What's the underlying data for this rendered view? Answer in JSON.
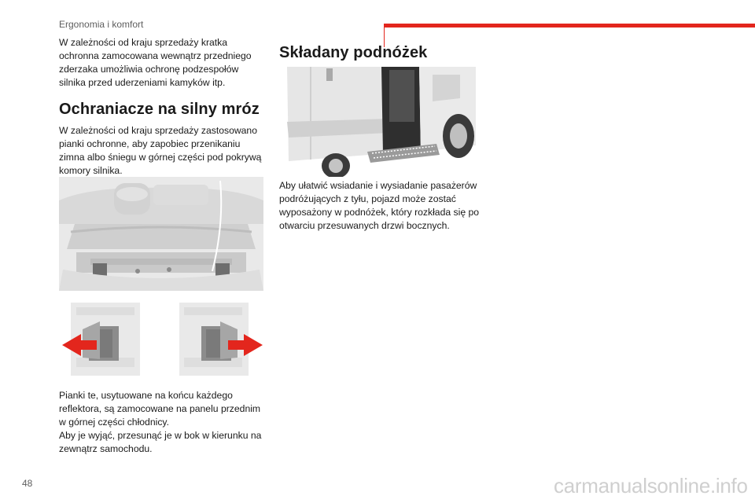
{
  "header": {
    "section_title": "Ergonomia i komfort",
    "accent_color": "#e3261d"
  },
  "left_column": {
    "intro_text": "W zależności od kraju sprzedaży kratka ochronna zamocowana wewnątrz przedniego zderzaka umożliwia ochronę podzespołów silnika przed uderzeniami kamyków itp.",
    "section_heading": "Ochraniacze na silny mróz",
    "section_text": "W zależności od kraju sprzedaży zastosowano pianki ochronne, aby zapobiec przenikaniu zimna albo śniegu w górnej części pod pokrywą komory silnika.",
    "caption_line1": "Pianki te, usytuowane na końcu każdego reflektora, są zamocowane na panelu przednim w górnej części chłodnicy.",
    "caption_line2": "Aby je wyjąć, przesunąć je w bok w kierunku na zewnątrz samochodu."
  },
  "middle_column": {
    "section_heading": "Składany podnóżek",
    "section_text": "Aby ułatwić wsiadanie i wysiadanie pasażerów podróżujących z tyłu, pojazd może zostać wyposażony w podnóżek, który rozkłada się po otwarciu przesuwanych drzwi bocznych."
  },
  "footer": {
    "page_number": "48",
    "watermark": "carmanualsonline.info"
  },
  "illustrations": {
    "engine_bay": "engine-bay-illustration",
    "foam_left": "foam-insert-left-illustration",
    "foam_right": "foam-insert-right-illustration",
    "van_step": "van-folding-step-illustration",
    "arrow_color": "#e3261d"
  }
}
